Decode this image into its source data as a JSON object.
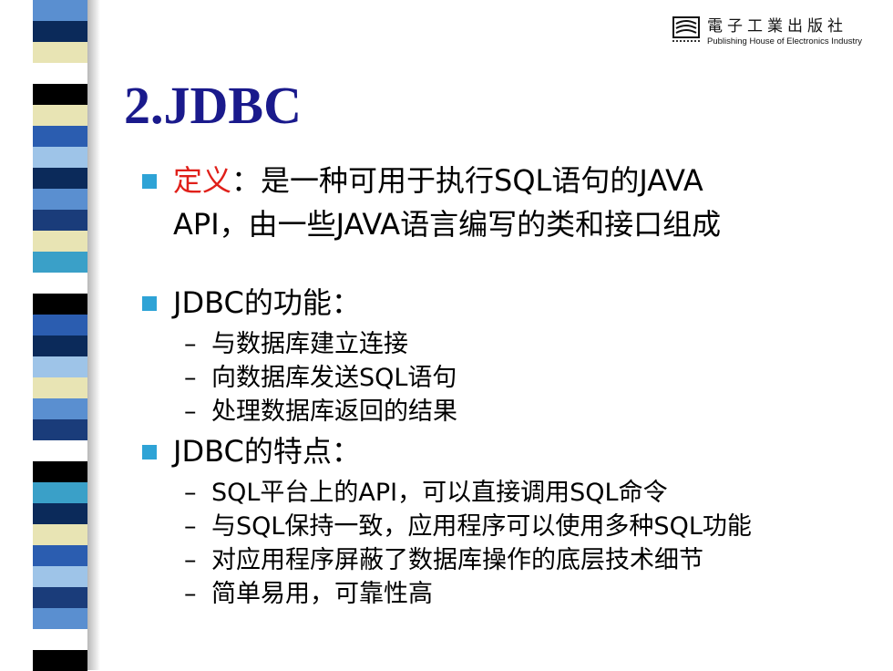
{
  "logo": {
    "chinese": "電子工業出版社",
    "english": "Publishing House of Electronics Industry"
  },
  "title": "2.JDBC",
  "sections": [
    {
      "definition_label": "定义",
      "definition_colon": "：",
      "line1": "是一种可用于执行SQL语句的JAVA",
      "line2": "API，由一些JAVA语言编写的类和接口组成"
    },
    {
      "heading": "JDBC的功能：",
      "items": [
        "与数据库建立连接",
        "向数据库发送SQL语句",
        "处理数据库返回的结果"
      ]
    },
    {
      "heading": "JDBC的特点：",
      "items": [
        "SQL平台上的API，可以直接调用SQL命令",
        "与SQL保持一致，应用程序可以使用多种SQL功能",
        "对应用程序屏蔽了数据库操作的底层技术细节",
        "简单易用，可靠性高"
      ]
    }
  ],
  "dash_symbol": "–",
  "colors": {
    "title": "#1a1a8c",
    "bullet": "#2ea3d6",
    "definition": "#e0201a"
  }
}
